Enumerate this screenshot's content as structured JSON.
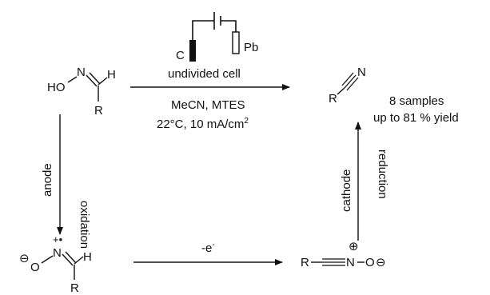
{
  "electrodes": {
    "anode": "C",
    "cathode": "Pb"
  },
  "conditions": {
    "cell": "undivided cell",
    "reagents": "MeCN, MTES",
    "temp_current": "22°C, 10 mA/cm",
    "current_unit_exp": "2"
  },
  "result": {
    "samples": "8 samples",
    "yield": "up to 81 % yield"
  },
  "left_arrow": {
    "outer": "anode",
    "inner": "oxidation"
  },
  "right_arrow": {
    "outer": "cathode",
    "inner": "reduction"
  },
  "bottom_arrow": {
    "label": "-e",
    "label_exp": "-"
  },
  "atoms": {
    "ho": "HO",
    "n": "N",
    "h": "H",
    "r": "R",
    "o": "O",
    "minus": "⊖",
    "plus": "⊕",
    "radical_plus": "+•"
  }
}
